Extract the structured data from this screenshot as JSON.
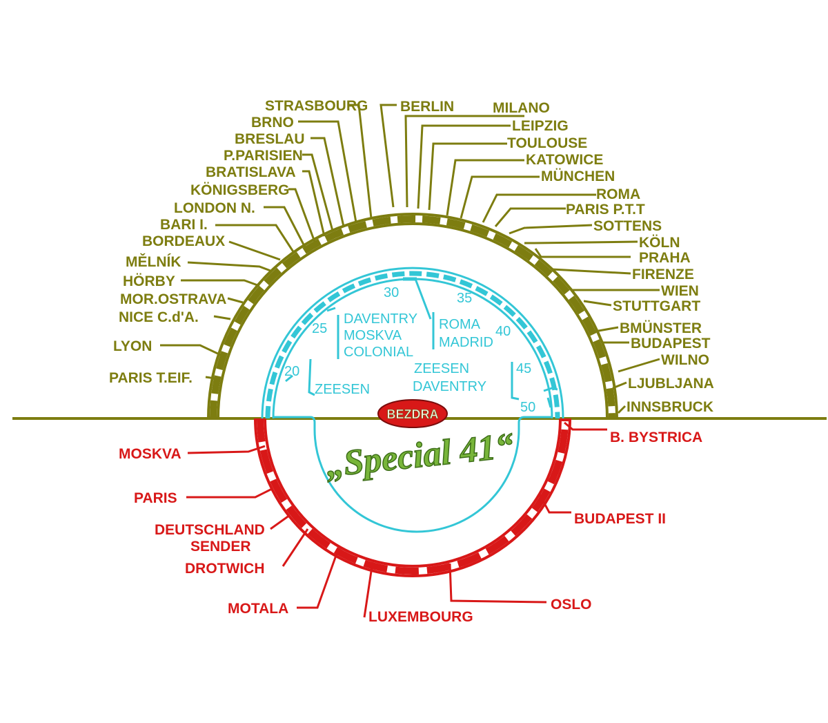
{
  "colors": {
    "longwave_scale": "#7d7d10",
    "longwave_text": "#7d7d10",
    "shortwave_scale": "#33c6d6",
    "mediumwave_scale": "#d81818",
    "brand_text": "#78b53a",
    "logo_fill": "#d81818",
    "logo_text": "#7d7d10"
  },
  "logo": {
    "text": "BEZDRA"
  },
  "brand": {
    "text": "„Special 41“"
  },
  "upper_stations": [
    {
      "name": "STRASBOURG"
    },
    {
      "name": "BERLIN"
    },
    {
      "name": "MILANO"
    },
    {
      "name": "BRNO"
    },
    {
      "name": "LEIPZIG"
    },
    {
      "name": "BRESLAU"
    },
    {
      "name": "TOULOUSE"
    },
    {
      "name": "P.PARISIEN"
    },
    {
      "name": "KATOWICE"
    },
    {
      "name": "BRATISLAVA"
    },
    {
      "name": "MÜNCHEN"
    },
    {
      "name": "KÖNIGSBERG"
    },
    {
      "name": "ROMA"
    },
    {
      "name": "LONDON N."
    },
    {
      "name": "PARIS  P.T.T"
    },
    {
      "name": "BARI I."
    },
    {
      "name": "SOTTENS"
    },
    {
      "name": "BORDEAUX"
    },
    {
      "name": "KÖLN"
    },
    {
      "name": "MĚLNÍK"
    },
    {
      "name": "PRAHA"
    },
    {
      "name": "HÖRBY"
    },
    {
      "name": "FIRENZE"
    },
    {
      "name": "MOR.OSTRAVA"
    },
    {
      "name": "WIEN"
    },
    {
      "name": "NICE  C.d'A."
    },
    {
      "name": "STUTTGART"
    },
    {
      "name": "BMÜNSTER"
    },
    {
      "name": "BUDAPEST"
    },
    {
      "name": "LYON"
    },
    {
      "name": "WILNO"
    },
    {
      "name": "PARIS T.EIF."
    },
    {
      "name": "LJUBLJANA"
    },
    {
      "name": "INNSBRUCK"
    }
  ],
  "shortwave": {
    "ticks": [
      "20",
      "25",
      "30",
      "35",
      "40",
      "45",
      "50"
    ],
    "stations": [
      {
        "name": "DAVENTRY"
      },
      {
        "name": "MOSKVA"
      },
      {
        "name": "COLONIAL"
      },
      {
        "name": "ROMA"
      },
      {
        "name": "MADRID"
      },
      {
        "name": "ZEESEN"
      },
      {
        "name": "DAVENTRY"
      },
      {
        "name": "ZEESEN"
      }
    ]
  },
  "lower_stations": [
    {
      "name": "MOSKVA"
    },
    {
      "name": "B. BYSTRICA"
    },
    {
      "name": "PARIS"
    },
    {
      "name": "BUDAPEST  II"
    },
    {
      "name": "DEUTSCHLAND"
    },
    {
      "name": "SENDER"
    },
    {
      "name": "DROTWICH"
    },
    {
      "name": "MOTALA"
    },
    {
      "name": "OSLO"
    },
    {
      "name": "LUXEMBOURG"
    }
  ]
}
